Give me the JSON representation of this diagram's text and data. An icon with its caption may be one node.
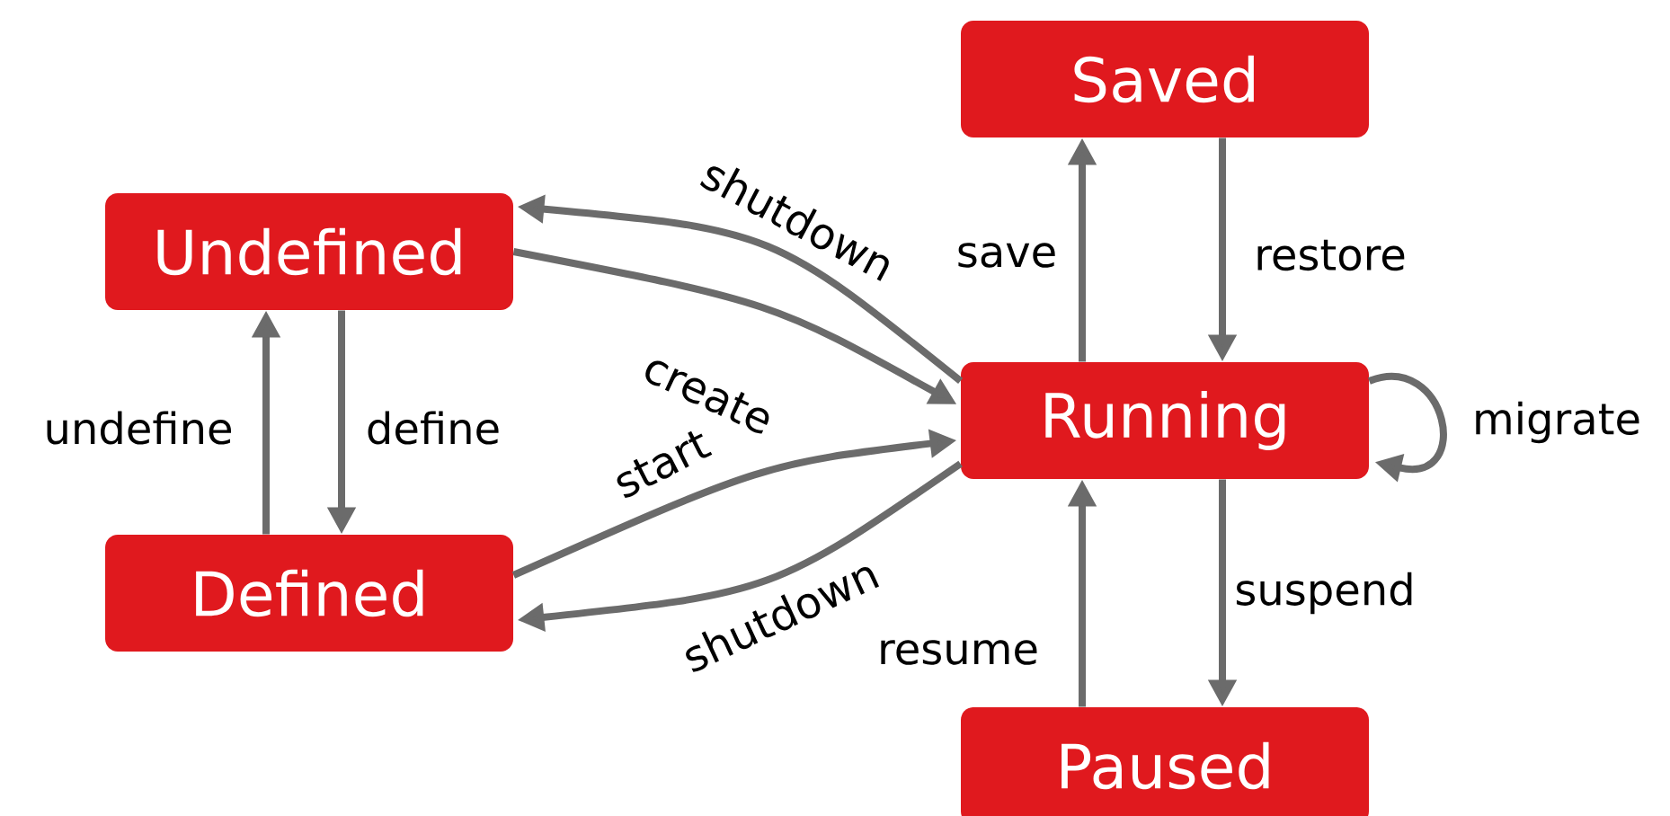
{
  "diagram": {
    "nodes": [
      {
        "text": [
          "Saved"
        ]
      },
      {
        "text": [
          "Undefined"
        ]
      },
      {
        "text": [
          "Running"
        ]
      },
      {
        "text": [
          "Defined"
        ]
      },
      {
        "text": [
          "Paused"
        ]
      }
    ],
    "edges": [
      {
        "from": 2,
        "to": 1,
        "arrow": "to",
        "label": "shutdown"
      },
      {
        "from": 1,
        "to": 2,
        "arrow": "to",
        "label": "create"
      },
      {
        "from": 3,
        "to": 2,
        "arrow": "to",
        "label": "start"
      },
      {
        "from": 2,
        "to": 3,
        "arrow": "to",
        "label": "shutdown"
      },
      {
        "from": 1,
        "to": 3,
        "arrow": "to",
        "label": "define"
      },
      {
        "from": 3,
        "to": 1,
        "arrow": "to",
        "label": "undefine"
      },
      {
        "from": 2,
        "to": 0,
        "arrow": "to",
        "label": "save"
      },
      {
        "from": 0,
        "to": 2,
        "arrow": "to",
        "label": "restore"
      },
      {
        "from": 2,
        "to": 2,
        "arrow": "to",
        "label": "migrate"
      },
      {
        "from": 2,
        "to": 4,
        "arrow": "to",
        "label": "suspend"
      },
      {
        "from": 4,
        "to": 2,
        "arrow": "to",
        "label": "resume"
      }
    ]
  }
}
